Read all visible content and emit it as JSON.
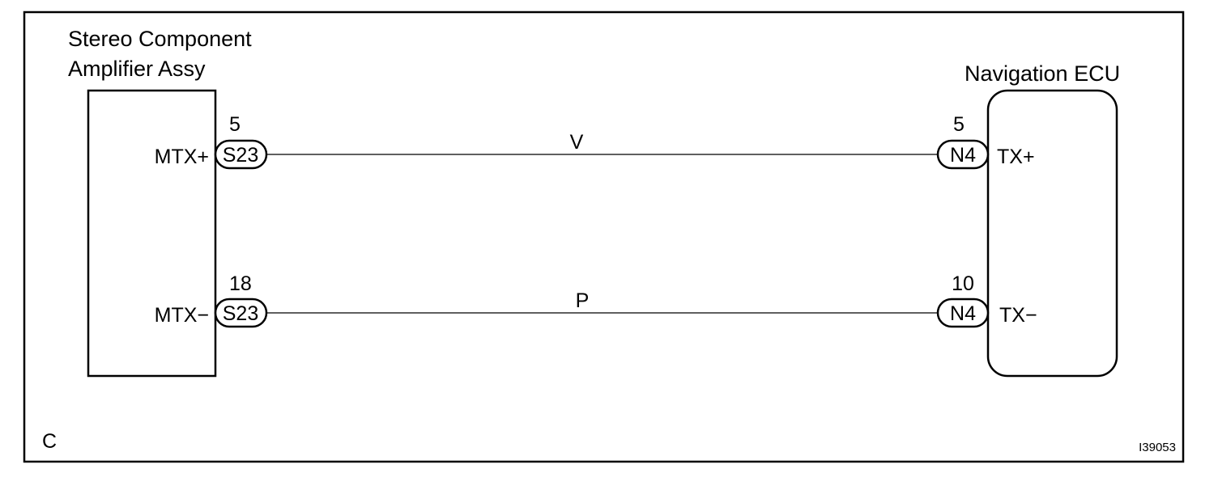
{
  "components": {
    "amplifier": {
      "name_line1": "Stereo Component",
      "name_line2": "Amplifier Assy",
      "pins": [
        {
          "label": "MTX+",
          "pin": "5",
          "connector": "S23"
        },
        {
          "label": "MTX−",
          "pin": "18",
          "connector": "S23"
        }
      ]
    },
    "navigation": {
      "name": "Navigation ECU",
      "pins": [
        {
          "label": "TX+",
          "pin": "5",
          "connector": "N4"
        },
        {
          "label": "TX−",
          "pin": "10",
          "connector": "N4"
        }
      ]
    }
  },
  "wires": [
    {
      "color_code": "V"
    },
    {
      "color_code": "P"
    }
  ],
  "corner_label": "C",
  "figure_id": "I39053",
  "colors": {
    "line": "#000000",
    "background": "#ffffff"
  }
}
